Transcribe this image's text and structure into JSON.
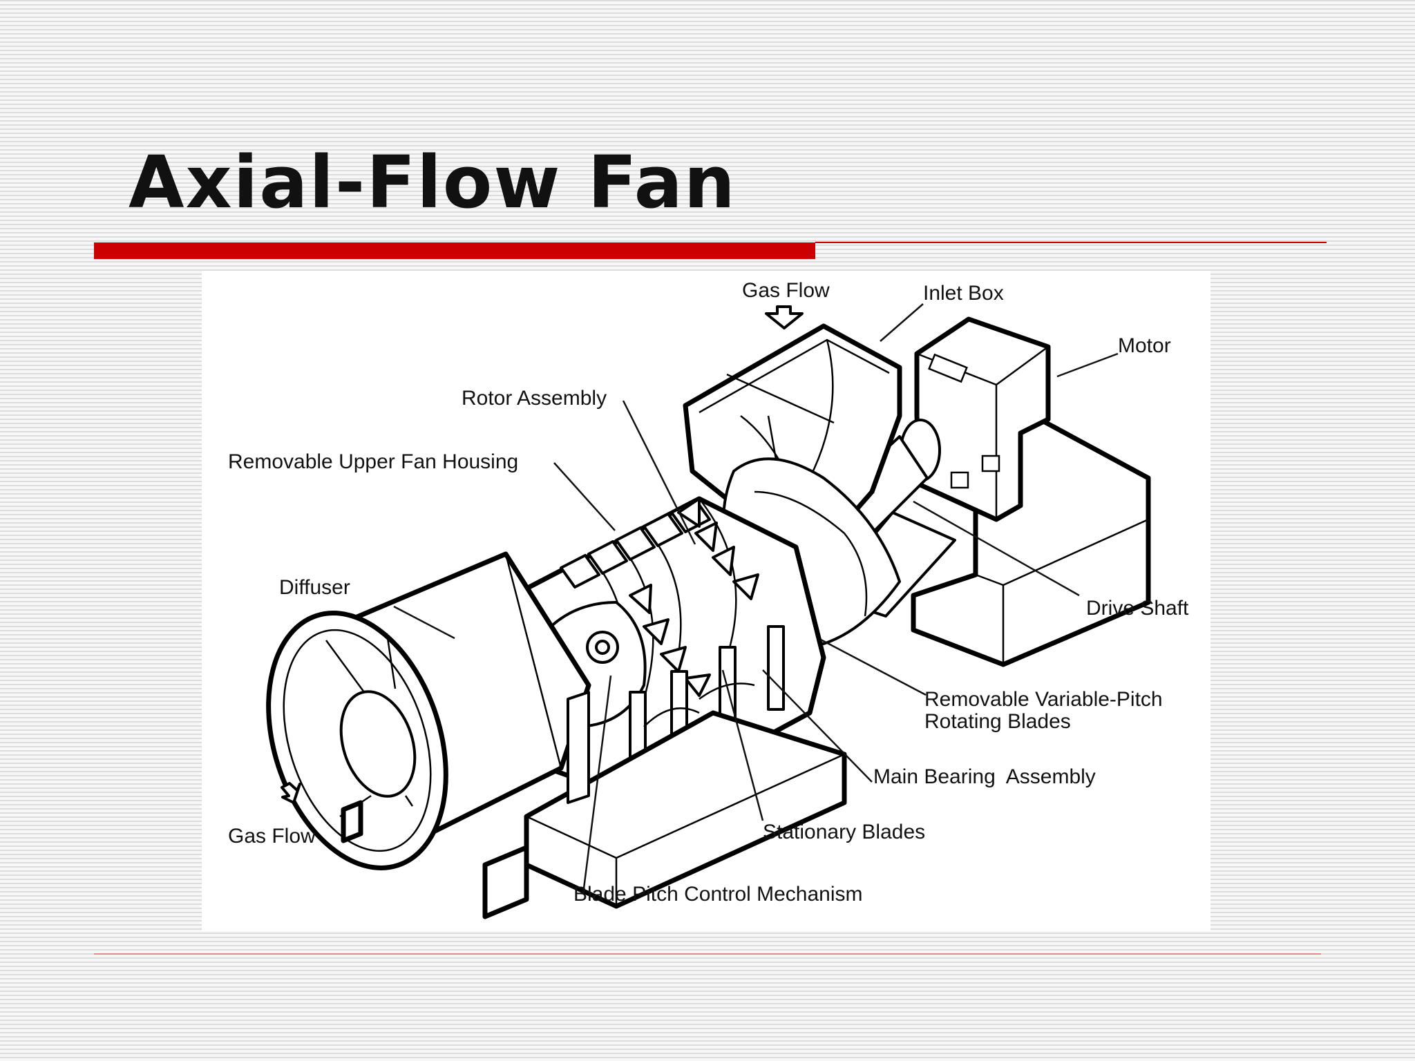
{
  "slide": {
    "title": "Axial-Flow Fan"
  },
  "diagram": {
    "labels": {
      "gas_flow_in": "Gas Flow",
      "inlet_box": "Inlet Box",
      "motor": "Motor",
      "rotor_assembly": "Rotor Assembly",
      "upper_fan_housing": "Removable Upper Fan Housing",
      "diffuser": "Diffuser",
      "drive_shaft": "Drive Shaft",
      "variable_pitch_line1": "Removable Variable-Pitch",
      "variable_pitch_line2": "Rotating Blades",
      "main_bearing": "Main Bearing  Assembly",
      "gas_flow_out": "Gas Flow",
      "stationary_blades": "Stationary Blades",
      "blade_pitch_control": "Blade Pitch Control Mechanism"
    }
  },
  "colors": {
    "accent": "#cc0000",
    "title_text": "#111111",
    "background": "#f3f3f3"
  }
}
